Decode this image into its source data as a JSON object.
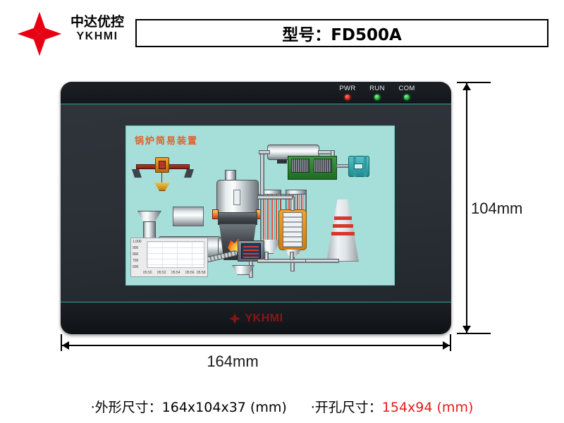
{
  "header": {
    "brand_cn": "中达优控",
    "brand_en": "YKHMI",
    "logo_icon": "four-petal-diamond-icon",
    "model_label": "型号：FD500A"
  },
  "device": {
    "leds": [
      {
        "label": "PWR",
        "color": "#c21b10",
        "state": "on"
      },
      {
        "label": "RUN",
        "color": "#0f9c2b",
        "state": "on"
      },
      {
        "label": "COM",
        "color": "#0f9c2b",
        "state": "on"
      }
    ],
    "bottom_logo_text": "YKHMI",
    "bottom_logo_icon": "four-petal-diamond-icon",
    "bottom_logo_color": "#8e1414",
    "bezel_accent_color": "#2aa79b"
  },
  "screen": {
    "background_color": "#a6ded9",
    "title": "锅炉简易装置",
    "title_color": "#e0622a",
    "trend_chart": {
      "y_labels": [
        "1,000",
        "900",
        "800",
        "700",
        "600"
      ],
      "x_labels": [
        "05:50",
        "05:52",
        "05:54",
        "05:56",
        "05:58"
      ]
    },
    "elements": [
      "overhead-crane",
      "feed-hopper",
      "storage-tank",
      "rotary-kiln",
      "trend-chart",
      "main-boiler",
      "scrubber-column-1",
      "scrubber-column-2",
      "horizontal-condenser",
      "green-motor-unit",
      "cooling-fan",
      "orange-buffer-tank",
      "exhaust-chimney",
      "control-meter",
      "belt-conveyor"
    ]
  },
  "dimensions": {
    "height_label": "104mm",
    "width_label": "164mm"
  },
  "footer": {
    "spec_outline_prefix": "·外形尺寸：",
    "spec_outline_value": "164x104x37 (mm)",
    "spec_cutout_prefix": "·开孔尺寸：",
    "spec_cutout_value": "154x94 (mm)",
    "cutout_value_color": "#e8191b"
  }
}
